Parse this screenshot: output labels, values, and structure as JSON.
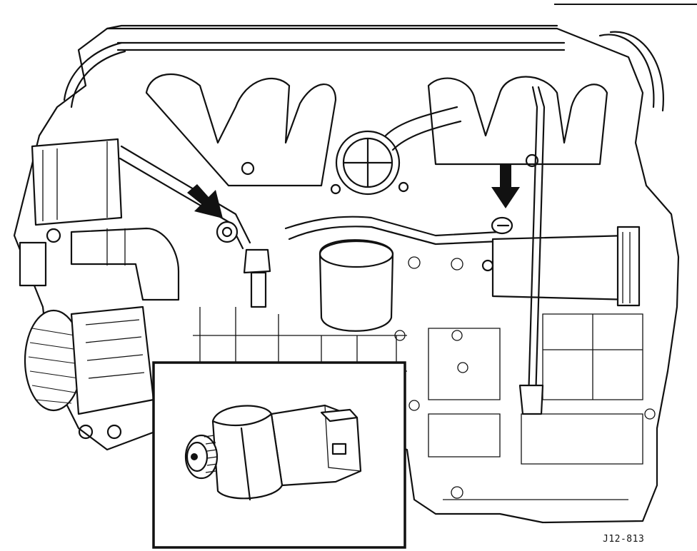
{
  "figure": {
    "id_label": "J12-813",
    "callouts": [
      {
        "name": "left-sensor-pointer"
      },
      {
        "name": "right-sensor-pointer"
      }
    ],
    "inset": {
      "subject": "pressure-switch-detail"
    }
  },
  "colors": {
    "ink": "#111111",
    "paper": "#ffffff"
  }
}
